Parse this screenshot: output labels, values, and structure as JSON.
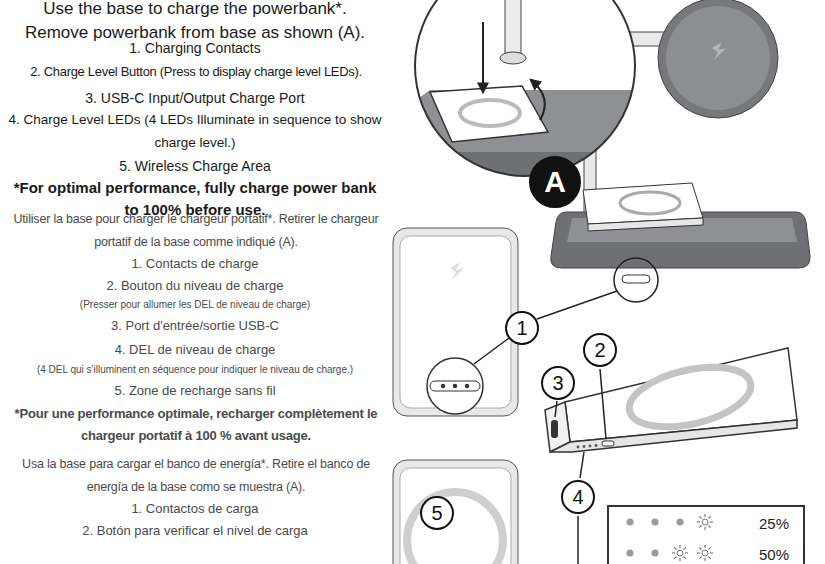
{
  "diagram": {
    "nodes": [
      {
        "text": [
          "A"
        ]
      },
      {
        "text": [
          "1"
        ]
      },
      {
        "text": [
          "2"
        ]
      },
      {
        "text": [
          "3"
        ]
      },
      {
        "text": [
          "4"
        ]
      },
      {
        "text": [
          "5"
        ]
      },
      {
        "text": [
          "25%",
          "50%"
        ]
      }
    ],
    "labels": [
      "Use the base to charge the powerbank*. Remove powerbank from base as shown (A).",
      "1. Charging Contacts",
      "2. Charge Level Button (Press to display charge level LEDs).",
      "3. USB-C Input/Output Charge Port",
      "4. Charge Level LEDs (4 LEDs Illuminate in sequence to show charge level.)",
      "5. Wireless Charge Area",
      "*For optimal performance, fully charge power bank to 100% before use.",
      "Utiliser la base pour charger le chargeur portatif*. Retirer le chargeur portatif de la base comme indiqué (A).",
      "1. Contacts de charge",
      "2. Bouton du niveau de charge",
      "(Presser pour allumer les DEL de niveau de charge)",
      "3. Port d'entrée/sortie USB-C",
      "4. DEL de niveau de charge",
      "(4 DEL qui s'illuminent en séquence pour indiquer le niveau de charge.)",
      "5. Zone de recharge sans fil",
      "*Pour une performance optimale, recharger complètement le chargeur portatif à 100 % avant usage.",
      "Usa la base para cargar el banco de energía*. Retire el banco de energía de la base como se muestra (A).",
      "1. Contactos de carga",
      "2. Botón para verificar el nivel de carga"
    ]
  }
}
